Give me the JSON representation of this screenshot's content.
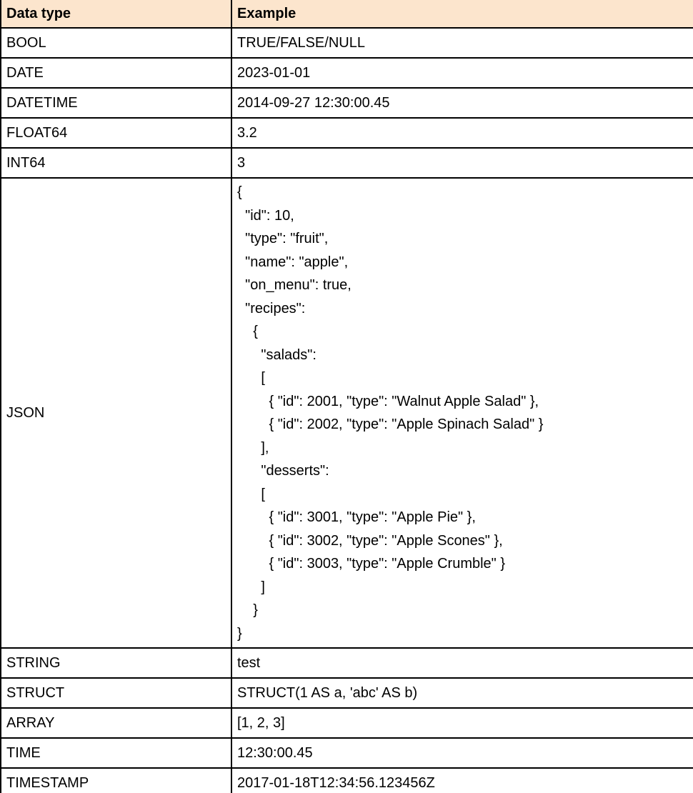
{
  "table": {
    "name": "data-types-table",
    "columns": {
      "data_type": "Data type",
      "example": "Example"
    },
    "colors": {
      "header_bg": "#fce5cd",
      "border": "#000000",
      "text": "#000000"
    },
    "rows": [
      {
        "type": "BOOL",
        "example": "TRUE/FALSE/NULL"
      },
      {
        "type": "DATE",
        "example": "2023-01-01"
      },
      {
        "type": "DATETIME",
        "example": "2014-09-27 12:30:00.45"
      },
      {
        "type": "FLOAT64",
        "example": "3.2"
      },
      {
        "type": "INT64",
        "example": "3"
      },
      {
        "type": "JSON",
        "example": "{\n  \"id\": 10,\n  \"type\": \"fruit\",\n  \"name\": \"apple\",\n  \"on_menu\": true,\n  \"recipes\":\n    {\n      \"salads\":\n      [\n        { \"id\": 2001, \"type\": \"Walnut Apple Salad\" },\n        { \"id\": 2002, \"type\": \"Apple Spinach Salad\" }\n      ],\n      \"desserts\":\n      [\n        { \"id\": 3001, \"type\": \"Apple Pie\" },\n        { \"id\": 3002, \"type\": \"Apple Scones\" },\n        { \"id\": 3003, \"type\": \"Apple Crumble\" }\n      ]\n    }\n}"
      },
      {
        "type": "STRING",
        "example": "test"
      },
      {
        "type": "STRUCT",
        "example": "STRUCT(1 AS a, 'abc' AS b)"
      },
      {
        "type": "ARRAY",
        "example": "[1, 2, 3]"
      },
      {
        "type": "TIME",
        "example": "12:30:00.45"
      },
      {
        "type": "TIMESTAMP",
        "example": "2017-01-18T12:34:56.123456Z"
      }
    ]
  }
}
